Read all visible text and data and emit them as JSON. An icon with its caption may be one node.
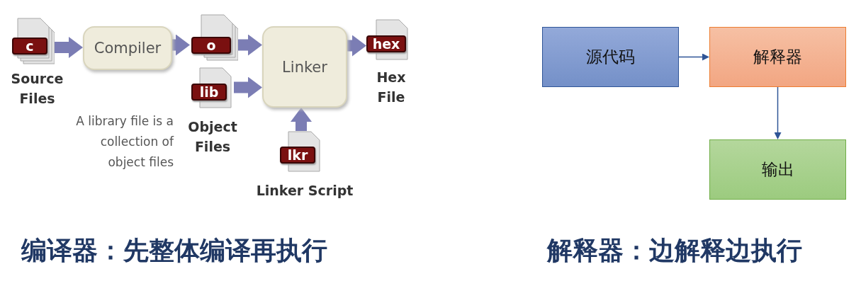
{
  "diagram": {
    "nodes": [
      {
        "text": [
          "c"
        ],
        "beside": [
          "Source Files"
        ]
      },
      {
        "text": [
          "Compiler"
        ]
      },
      {
        "text": [
          "o"
        ]
      },
      {
        "text": [
          "lib"
        ],
        "beside": [
          "Object Files"
        ]
      },
      {
        "text": [
          "Linker"
        ]
      },
      {
        "text": [
          "lkr"
        ],
        "beside": [
          "Linker Script"
        ]
      },
      {
        "text": [
          "hex"
        ],
        "beside": [
          "Hex File"
        ]
      },
      {
        "text": [
          "源代码"
        ]
      },
      {
        "text": [
          "解释器"
        ]
      },
      {
        "text": [
          "输出"
        ]
      }
    ],
    "edges": [
      {
        "from": 0,
        "to": 1,
        "arrow": "to"
      },
      {
        "from": 1,
        "to": 2,
        "arrow": "to"
      },
      {
        "from": 2,
        "to": 4,
        "arrow": "to"
      },
      {
        "from": 3,
        "to": 4,
        "arrow": "to"
      },
      {
        "from": 5,
        "to": 4,
        "arrow": "to"
      },
      {
        "from": 4,
        "to": 6,
        "arrow": "to"
      },
      {
        "from": 7,
        "to": 8,
        "arrow": "to",
        "color": "#2f5597"
      },
      {
        "from": 8,
        "to": 9,
        "arrow": "to",
        "color": "#2f5597"
      }
    ],
    "labels": [
      "A library file is a collection of object files",
      "编译器：先整体编译再执行",
      "解释器：边解释边执行"
    ]
  }
}
